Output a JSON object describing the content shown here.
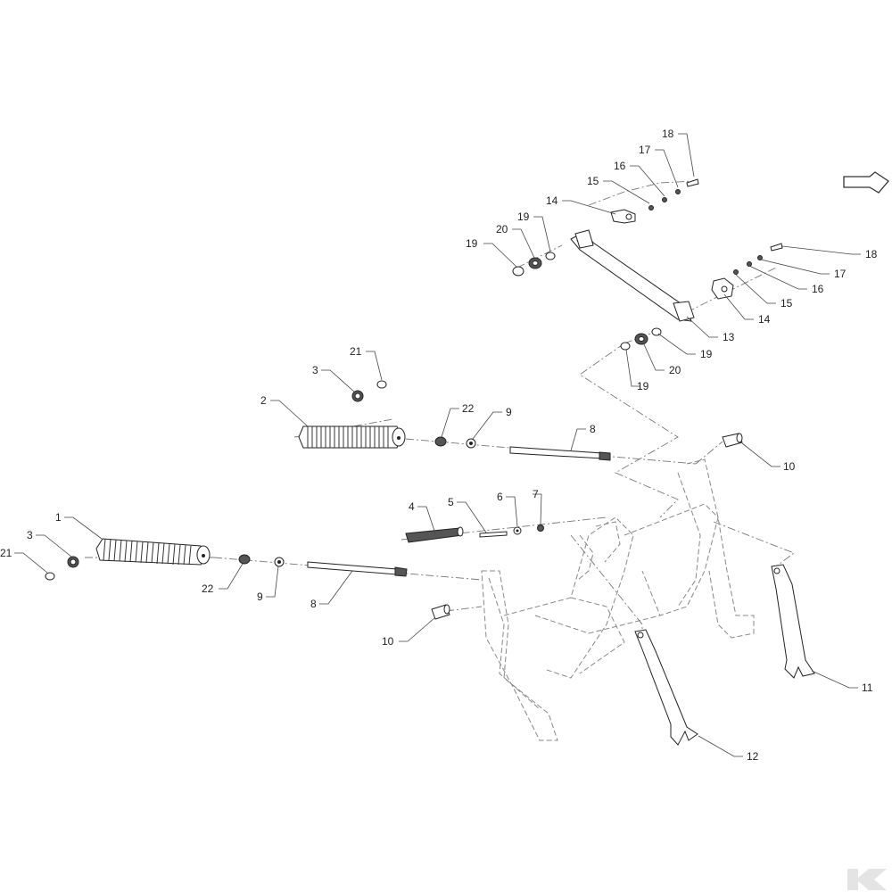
{
  "callouts": [
    {
      "id": "c18a",
      "text": "18"
    },
    {
      "id": "c17a",
      "text": "17"
    },
    {
      "id": "c16a",
      "text": "16"
    },
    {
      "id": "c15a",
      "text": "15"
    },
    {
      "id": "c14a",
      "text": "14"
    },
    {
      "id": "c19a",
      "text": "19"
    },
    {
      "id": "c20a",
      "text": "20"
    },
    {
      "id": "c19b",
      "text": "19"
    },
    {
      "id": "c18b",
      "text": "18"
    },
    {
      "id": "c17b",
      "text": "17"
    },
    {
      "id": "c16b",
      "text": "16"
    },
    {
      "id": "c15b",
      "text": "15"
    },
    {
      "id": "c14b",
      "text": "14"
    },
    {
      "id": "c13",
      "text": "13"
    },
    {
      "id": "c19c",
      "text": "19"
    },
    {
      "id": "c20b",
      "text": "20"
    },
    {
      "id": "c19d",
      "text": "19"
    },
    {
      "id": "c21a",
      "text": "21"
    },
    {
      "id": "c3a",
      "text": "3"
    },
    {
      "id": "c2",
      "text": "2"
    },
    {
      "id": "c22a",
      "text": "22"
    },
    {
      "id": "c9a",
      "text": "9"
    },
    {
      "id": "c8a",
      "text": "8"
    },
    {
      "id": "c10a",
      "text": "10"
    },
    {
      "id": "c4",
      "text": "4"
    },
    {
      "id": "c5",
      "text": "5"
    },
    {
      "id": "c6",
      "text": "6"
    },
    {
      "id": "c7",
      "text": "7"
    },
    {
      "id": "c1",
      "text": "1"
    },
    {
      "id": "c3b",
      "text": "3"
    },
    {
      "id": "c21b",
      "text": "21"
    },
    {
      "id": "c22b",
      "text": "22"
    },
    {
      "id": "c9b",
      "text": "9"
    },
    {
      "id": "c8b",
      "text": "8"
    },
    {
      "id": "c10b",
      "text": "10"
    },
    {
      "id": "c11",
      "text": "11"
    },
    {
      "id": "c12",
      "text": "12"
    }
  ],
  "icons": {
    "orientation": "orientation-arrow-icon",
    "brand": "k-logo-icon"
  },
  "colors": {
    "line": "#222222",
    "ghost": "#777777",
    "logo": "#e4e4e4"
  }
}
